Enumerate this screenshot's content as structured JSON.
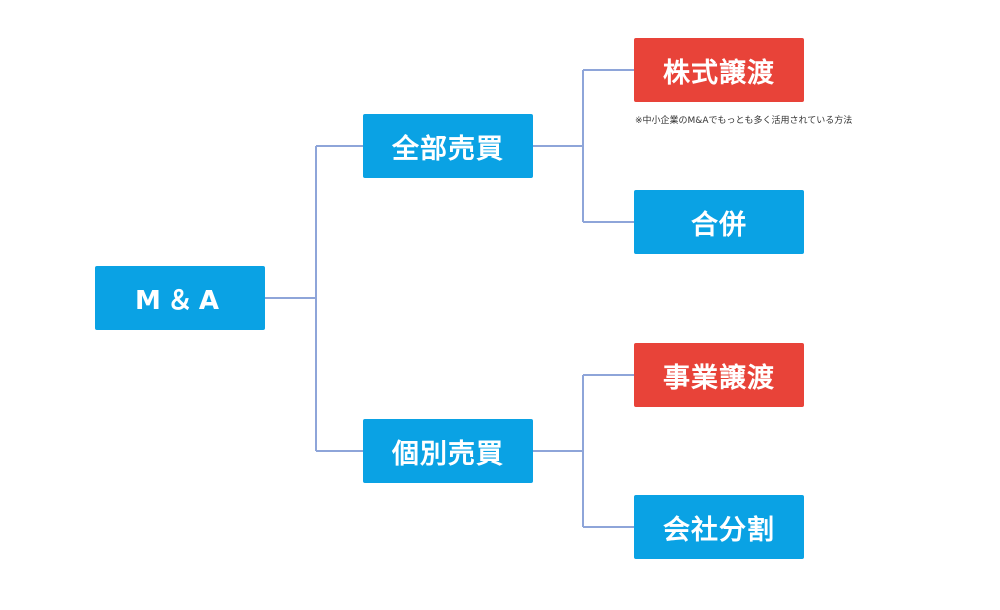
{
  "colors": {
    "node_blue": "#0aa2e4",
    "node_red": "#e84339",
    "connector": "#8ea5d9"
  },
  "root": {
    "label": "M＆A"
  },
  "branches": [
    {
      "label": "全部売買",
      "children": [
        {
          "label": "株式譲渡",
          "color": "red",
          "note": "※中小企業のM&Aでもっとも多く活用されている方法"
        },
        {
          "label": "合併",
          "color": "blue"
        }
      ]
    },
    {
      "label": "個別売買",
      "children": [
        {
          "label": "事業譲渡",
          "color": "red"
        },
        {
          "label": "会社分割",
          "color": "blue"
        }
      ]
    }
  ]
}
